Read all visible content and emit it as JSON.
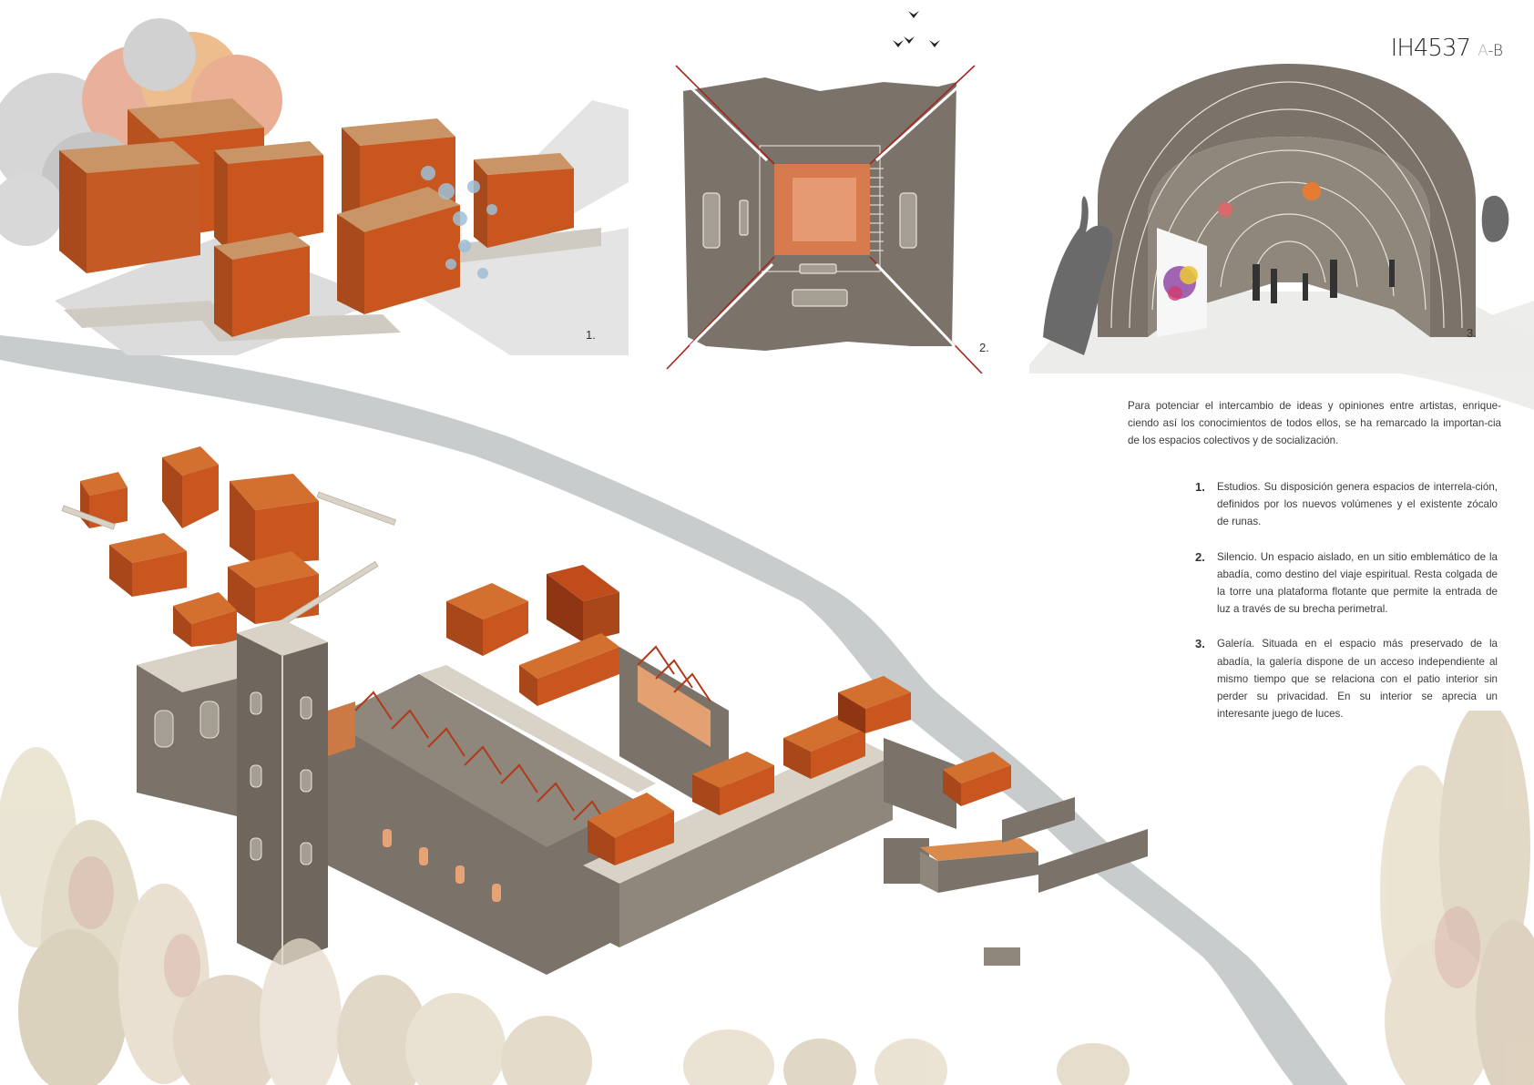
{
  "sheet": {
    "code": "IH4537",
    "sub_a": "A",
    "sub_sep": "-",
    "sub_b": "B"
  },
  "panels": [
    {
      "label": "1.",
      "title": "Estudios"
    },
    {
      "label": "2.",
      "title": "Silencio"
    },
    {
      "label": "3.",
      "title": "Galería"
    }
  ],
  "intro": "Para potenciar el intercambio de ideas y opiniones entre artistas, enrique-ciendo así los conocimientos de todos ellos, se ha remarcado la importan-cia de los espacios colectivos y de socialización.",
  "items": [
    {
      "num": "1.",
      "text": "Estudios. Su disposición genera espacios de interrela-ción, definidos por los nuevos volúmenes y el existente zócalo de runas."
    },
    {
      "num": "2.",
      "text": "Silencio. Un espacio aislado, en un sitio emblemático de la abadía, como destino del viaje espiritual. Resta colgada de la torre una plataforma flotante que permite la entrada de luz a través de su brecha perimetral."
    },
    {
      "num": "3.",
      "text": "Galería. Situada en el espacio más preservado de la abadía, la galería dispone de un acceso independiente al mismo tiempo que se relaciona con el patio interior sin perder su privacidad. En su interior se aprecia un interesante juego de luces."
    }
  ],
  "colors": {
    "corten": "#c8561e",
    "corten_dark": "#9c3f16",
    "stone": "#7b736a",
    "stone_light": "#d9d2c6",
    "river": "#c9cccd",
    "red_line": "#a3271c",
    "ground": "#e8e8e6"
  }
}
